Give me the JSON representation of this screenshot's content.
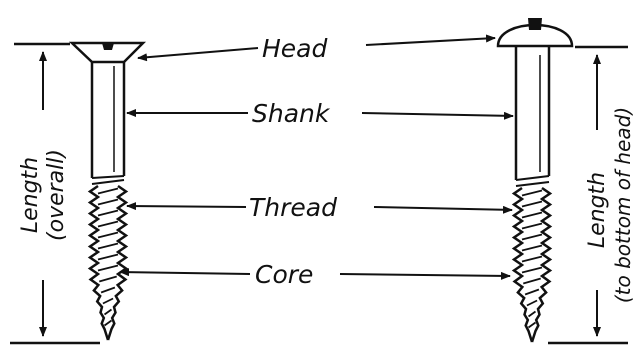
{
  "labels": {
    "head": "Head",
    "shank": "Shank",
    "thread": "Thread",
    "core": "Core"
  },
  "left_dimension": {
    "line1": "Length",
    "line2": "(overall)"
  },
  "right_dimension": {
    "line1": "Length",
    "line2": "(to bottom of head)"
  },
  "left_screw": {
    "head_type": "flat countersunk, slotted"
  },
  "right_screw": {
    "head_type": "round, slotted"
  }
}
